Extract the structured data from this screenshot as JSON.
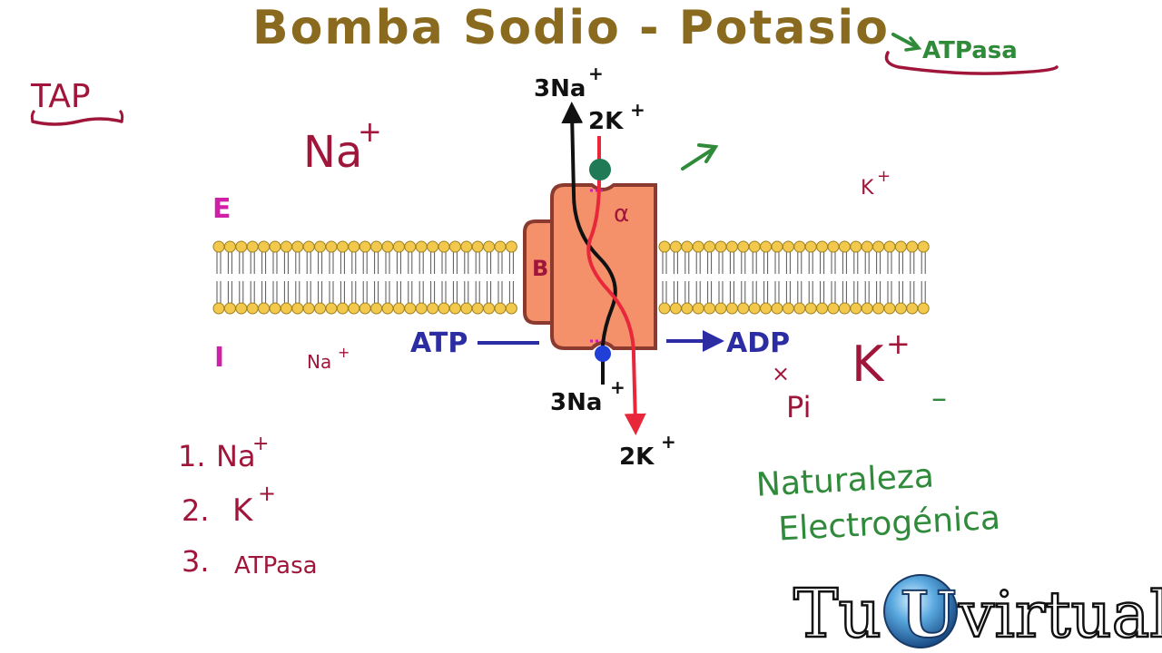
{
  "title": "Bomba Sodio - Potasio",
  "atpasa_note": "ATPasa",
  "tap_label": "TAP",
  "side_labels": {
    "extracellular": "E",
    "intracellular": "I"
  },
  "ions": {
    "na_outside": "Na",
    "na_outside_sup": "+",
    "k_outside_small": "K",
    "k_outside_small_sup": "+",
    "na_inside_small": "Na",
    "na_inside_small_sup": "+",
    "k_inside": "K",
    "k_inside_sup": "+",
    "k_inside_dash": "–"
  },
  "pump": {
    "subunit_alpha": "α",
    "subunit_beta": "B",
    "top_na": "3Na",
    "top_na_sup": "+",
    "top_k": "2K",
    "top_k_sup": "+",
    "bottom_na": "3Na",
    "bottom_na_sup": "+",
    "bottom_k": "2K",
    "bottom_k_sup": "+",
    "atp": "ATP",
    "adp": "ADP",
    "pi_times": "×",
    "pi": "Pi"
  },
  "list": [
    {
      "num": "1.",
      "text": "Na",
      "sup": "+"
    },
    {
      "num": "2.",
      "text": "K",
      "sup": "+"
    },
    {
      "num": "3.",
      "text": "ATPasa",
      "sup": ""
    }
  ],
  "nature": {
    "line1": "Naturaleza",
    "line2": "Electrogénica"
  },
  "logo": {
    "left": "Tu",
    "middle": "U",
    "right": "virtual"
  },
  "colors": {
    "title": "#8a6a1e",
    "crimson": "#a0163a",
    "magenta": "#d21fa8",
    "navy": "#2c2ca3",
    "green": "#2f8a3a",
    "black": "#111111",
    "red": "#e8283a",
    "protein": "#f4906a",
    "protein_outline": "#8a3a2e",
    "lipid_head": "#f2c94c",
    "lipid_outline": "#a08020"
  }
}
